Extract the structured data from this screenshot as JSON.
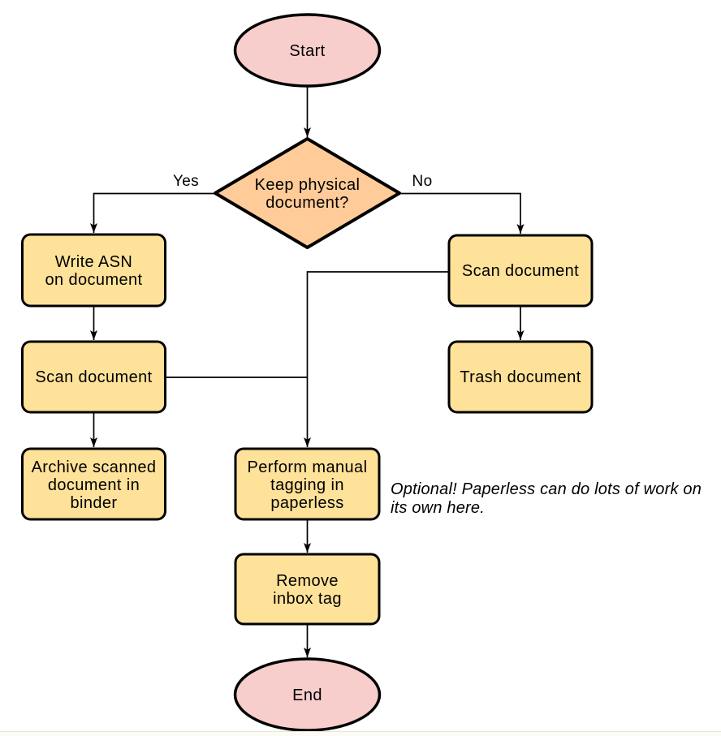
{
  "diagram": {
    "colors": {
      "terminal_fill": "#F8CECC",
      "decision_fill": "#FFCC99",
      "process_fill": "#FFE299",
      "stroke": "#000000"
    },
    "nodes": {
      "start": {
        "label": "Start"
      },
      "decision": {
        "lines": [
          "Keep physical",
          "document?"
        ]
      },
      "write_asn": {
        "lines": [
          "Write ASN",
          "on document"
        ]
      },
      "scan_left": {
        "label": "Scan document"
      },
      "archive": {
        "lines": [
          "Archive scanned",
          "document in",
          "binder"
        ]
      },
      "scan_right": {
        "label": "Scan document"
      },
      "trash": {
        "label": "Trash document"
      },
      "tagging": {
        "lines": [
          "Perform manual",
          "tagging in",
          "paperless"
        ]
      },
      "remove_inbox": {
        "lines": [
          "Remove",
          "inbox tag"
        ]
      },
      "end": {
        "label": "End"
      }
    },
    "edge_labels": {
      "yes": "Yes",
      "no": "No"
    },
    "annotation": {
      "lines": [
        "Optional! Paperless can do lots of work on",
        "its own here."
      ]
    }
  }
}
